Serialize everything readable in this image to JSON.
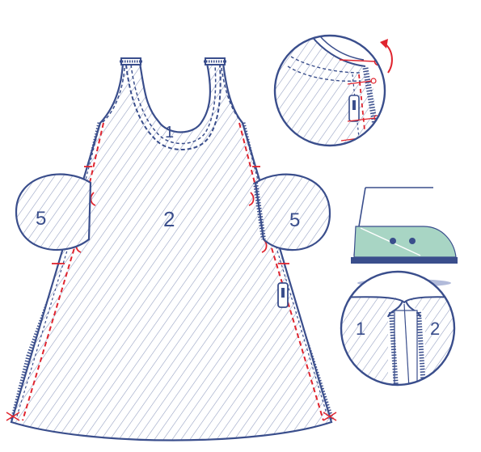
{
  "labels": {
    "yoke": "1",
    "body": "2",
    "pocket_left": "5",
    "pocket_right": "5",
    "seam_left": "1",
    "seam_right": "2"
  },
  "colors": {
    "outline": "#3a4e8c",
    "hatch": "#8f9bbf",
    "fill": "#ffffff",
    "stitch_red": "#e0242e",
    "iron_green": "#a8d5c4",
    "iron_base": "#3a4e8c",
    "steam": "#aab4d6"
  },
  "icons": [
    "dress-piece",
    "pocket-piece",
    "zoom-circle-neckline",
    "iron-icon",
    "zoom-circle-seam",
    "arrow-rotate-icon"
  ]
}
